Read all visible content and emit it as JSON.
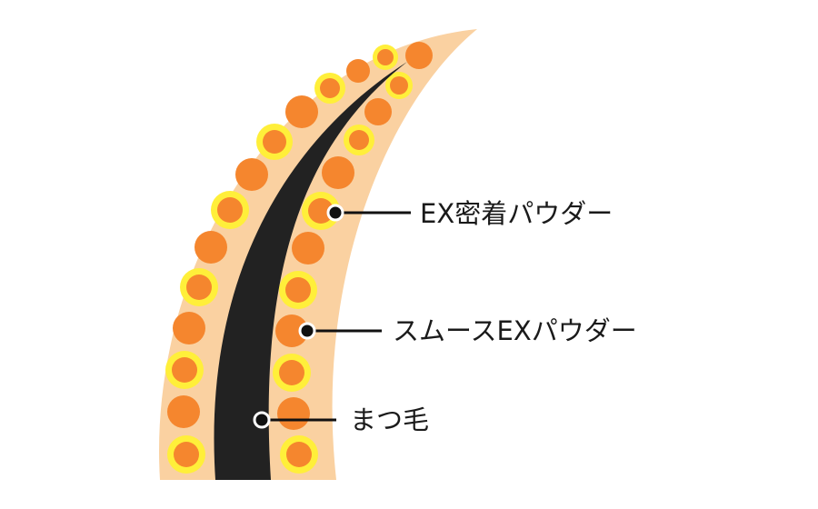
{
  "colors": {
    "band": "#FAD1A1",
    "hair": "#222222",
    "particle": "#F5862E",
    "ring": "#FFEF3A",
    "leader": "#111111"
  },
  "labels": {
    "adhesion_powder": "EX密着パウダー",
    "smooth_powder": "スムースEXパウダー",
    "eyelash": "まつ毛"
  },
  "particles": {
    "outer_row": [
      "plain",
      "ring",
      "plain",
      "ring",
      "plain",
      "ring",
      "plain",
      "ring",
      "plain",
      "ring",
      "plain",
      "ring",
      "plain",
      "ring"
    ],
    "inner_row": [
      "ring",
      "plain",
      "ring",
      "plain",
      "ring",
      "plain",
      "ring",
      "plain",
      "ring",
      "plain",
      "ring"
    ]
  }
}
